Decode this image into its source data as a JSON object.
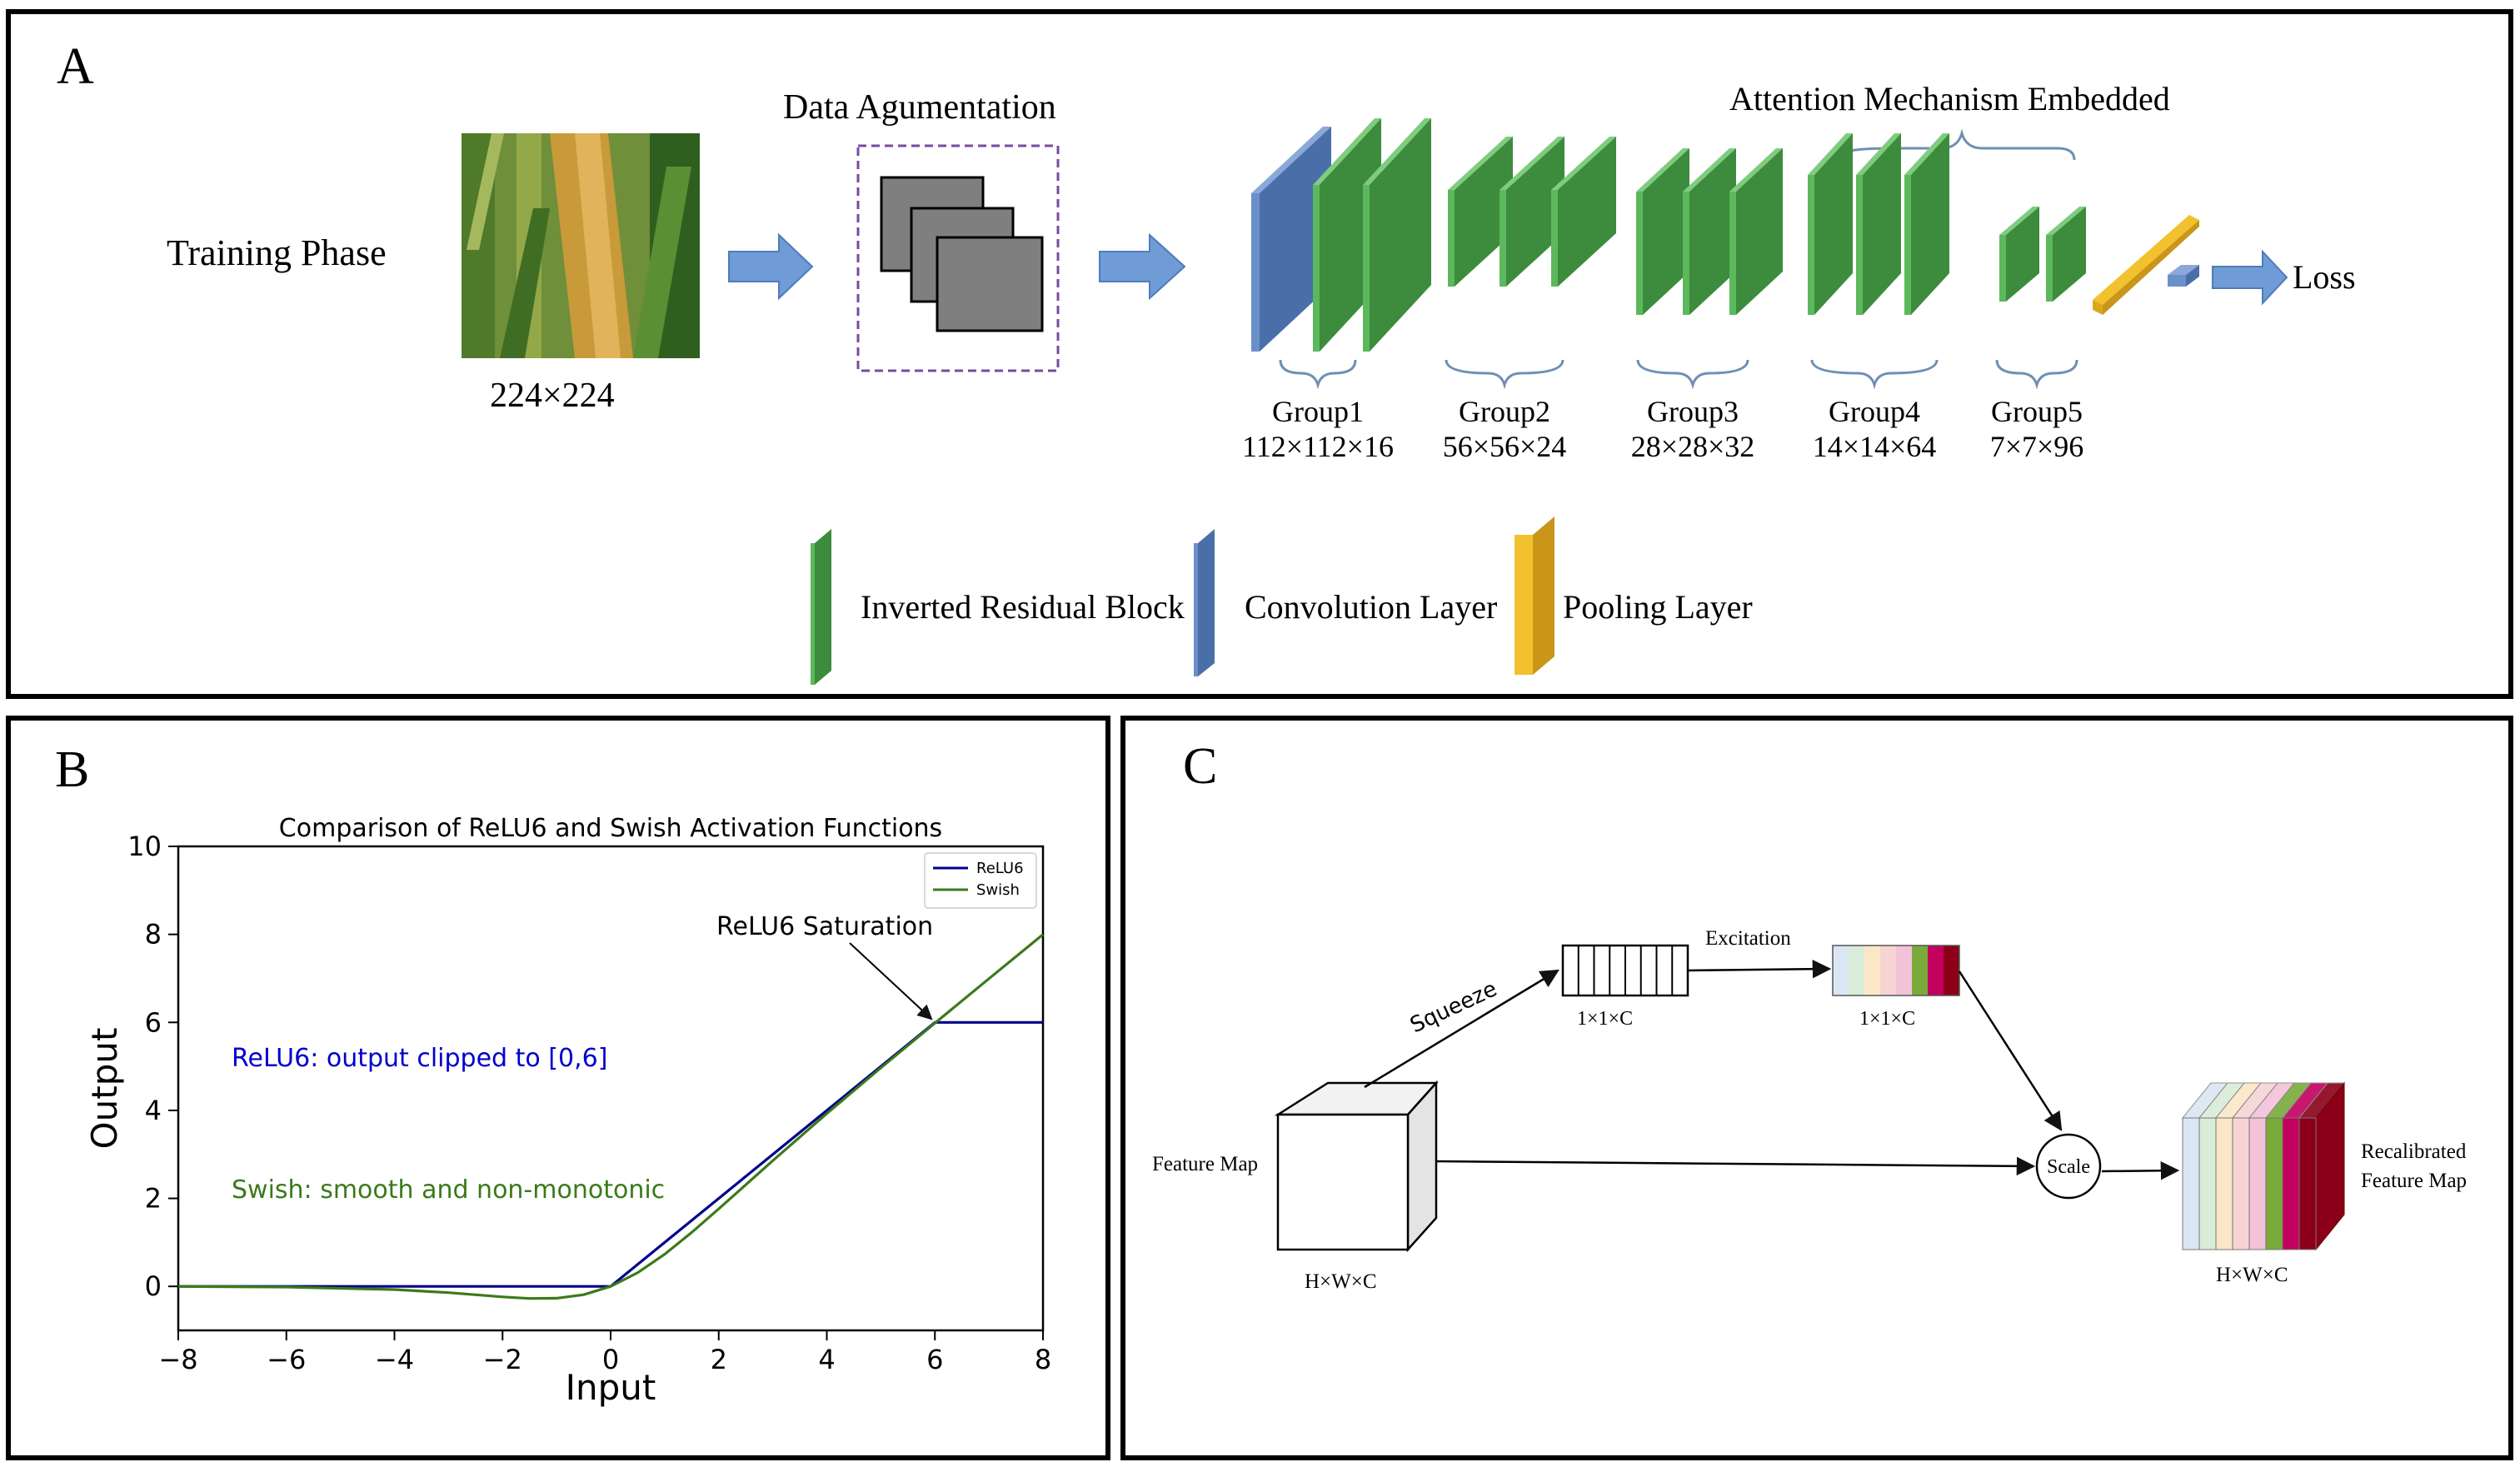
{
  "panel_a": {
    "label": "A",
    "training_phase": "Training Phase",
    "input_size": "224×224",
    "data_aug": "Data Agumentation",
    "attention": "Attention Mechanism Embedded",
    "loss": "Loss",
    "groups": [
      {
        "name": "Group1",
        "dims": "112×112×16"
      },
      {
        "name": "Group2",
        "dims": "56×56×24"
      },
      {
        "name": "Group3",
        "dims": "28×28×32"
      },
      {
        "name": "Group4",
        "dims": "14×14×64"
      },
      {
        "name": "Group5",
        "dims": "7×7×96"
      }
    ],
    "legend": {
      "inverted_residual": "Inverted Residual Block",
      "convolution": "Convolution Layer",
      "pooling": "Pooling Layer"
    },
    "colors": {
      "green_front": "#5cb85c",
      "green_side": "#3d8b3d",
      "green_top": "#7fcc7f",
      "blue_front": "#6b8fc9",
      "blue_side": "#4a6fa8",
      "yellow_front": "#f2c12e",
      "yellow_side": "#c9961a",
      "arrow": "#6f9bd6"
    }
  },
  "panel_b": {
    "label": "B",
    "annotation_clip": "ReLU6: output clipped to [0,6]",
    "annotation_swish": "Swish: smooth and non-monotonic",
    "annotation_saturation": "ReLU6 Saturation"
  },
  "panel_c": {
    "label": "C",
    "feature_map": "Feature Map",
    "hwc_in": "H×W×C",
    "squeeze": "Squeeze",
    "vec1": "1×1×C",
    "excitation": "Excitation",
    "vec2": "1×1×C",
    "scale": "Scale",
    "recal_1": "Recalibrated",
    "recal_2": "Feature Map",
    "hwc_out": "H×W×C",
    "stripe_colors": [
      "#dbe6f5",
      "#d9ecd9",
      "#fbe7c6",
      "#f7d4d4",
      "#f2c2d9",
      "#7aaa3a",
      "#c2005e",
      "#8b0018"
    ]
  },
  "chart_data": {
    "type": "line",
    "title": "Comparison of ReLU6 and Swish Activation Functions",
    "xlabel": "Input",
    "ylabel": "Output",
    "xlim": [
      -8,
      8
    ],
    "ylim": [
      -1,
      10
    ],
    "xticks": [
      -8,
      -6,
      -4,
      -2,
      0,
      2,
      4,
      6,
      8
    ],
    "yticks": [
      0,
      2,
      4,
      6,
      8,
      10
    ],
    "grid": false,
    "legend_position": "top-right",
    "series": [
      {
        "name": "ReLU6",
        "color": "#00008b",
        "x": [
          -8,
          0,
          6,
          8
        ],
        "y": [
          0,
          0,
          6,
          6
        ]
      },
      {
        "name": "Swish",
        "color": "#3b7a1a",
        "x": [
          -8,
          -6,
          -4,
          -3,
          -2,
          -1.5,
          -1,
          -0.5,
          0,
          0.5,
          1,
          1.5,
          2,
          3,
          4,
          5,
          6,
          7,
          8
        ],
        "y": [
          -0.003,
          -0.015,
          -0.072,
          -0.142,
          -0.238,
          -0.274,
          -0.269,
          -0.189,
          0,
          0.311,
          0.731,
          1.226,
          1.762,
          2.857,
          3.928,
          4.967,
          5.985,
          6.994,
          7.997
        ]
      }
    ]
  }
}
